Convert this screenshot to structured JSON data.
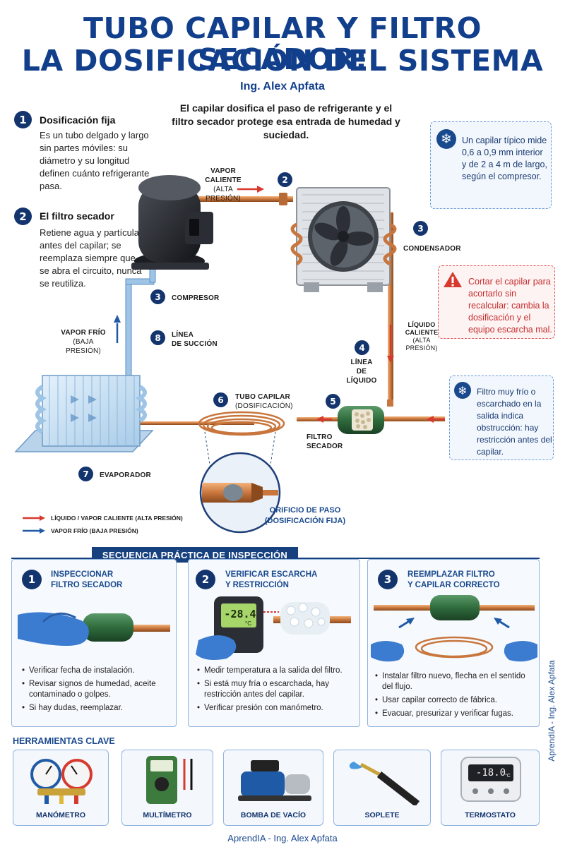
{
  "title_line1": "TUBO CAPILAR Y FILTRO SECADOR:",
  "title_line2": "LA DOSIFICACIÓN DEL SISTEMA",
  "author": "Ing. Alex Apfata",
  "intro": "El capilar dosifica el paso de refrigerante y el filtro secador protege esa entrada de humedad y suciedad.",
  "sections": [
    {
      "num": "1",
      "heading": "Dosificación fija",
      "text": "Es un tubo delgado y largo sin partes móviles: su diámetro y su longitud definen cuánto refrigerante pasa."
    },
    {
      "num": "2",
      "heading": "El filtro secador",
      "text": "Retiene agua y partículas antes del capilar; se reemplaza siempre que se abra el circuito, nunca se reutiliza."
    }
  ],
  "notes": {
    "capilar_tipico": "Un capilar típico mide 0,6 a 0,9 mm interior y de 2 a 4 m de largo, según el compresor.",
    "cortar_capilar": "Cortar el capilar para acortarlo sin recalcular: cambia la dosificación y el equipo escarcha mal.",
    "filtro_frio": "Filtro muy frío o escarchado en la salida indica obstrucción: hay restricción antes del capilar."
  },
  "diagram": {
    "vapor_caliente": [
      "VAPOR CALIENTE",
      "(ALTA PRESIÓN)"
    ],
    "vapor_frio": [
      "VAPOR FRÍO",
      "(BAJA PRESIÓN)"
    ],
    "liquido_caliente": [
      "LÍQUIDO",
      "CALIENTE",
      "(ALTA PRESIÓN)"
    ],
    "components": [
      {
        "num": "2",
        "label": []
      },
      {
        "num": "3",
        "label": [
          "CONDENSADOR"
        ]
      },
      {
        "num": "3",
        "label": [
          "COMPRESOR"
        ]
      },
      {
        "num": "8",
        "label": [
          "LÍNEA",
          "DE SUCCIÓN"
        ]
      },
      {
        "num": "4",
        "label": [
          "LÍNEA",
          "DE LÍQUIDO"
        ]
      },
      {
        "num": "6",
        "label": [
          "TUBO CAPILAR",
          "(DOSIFICACIÓN)"
        ]
      },
      {
        "num": "5",
        "label": [
          "FILTRO",
          "SECADOR"
        ]
      },
      {
        "num": "7",
        "label": [
          "EVAPORADOR"
        ]
      }
    ],
    "orificio": [
      "ORIFICIO DE PASO",
      "(DOSIFICACIÓN FIJA)"
    ],
    "legend": [
      {
        "label": "LÍQUIDO / VAPOR CALIENTE (ALTA PRESIÓN)",
        "color": "#d63a2f"
      },
      {
        "label": "VAPOR FRÍO (BAJA PRESIÓN)",
        "color": "#1f5aa6"
      }
    ],
    "thermometer_reading": "-28.4",
    "thermometer_unit": "°C",
    "thermostat_reading": "-18.0",
    "thermostat_unit": "°C"
  },
  "sequence": {
    "banner": "SECUENCIA PRÁCTICA DE INSPECCIÓN",
    "steps": [
      {
        "num": "1",
        "heading": [
          "INSPECCIONAR",
          "FILTRO SECADOR"
        ],
        "bullets": [
          "Verificar fecha de instalación.",
          "Revisar signos de humedad, aceite contaminado o golpes.",
          "Si hay dudas, reemplazar."
        ]
      },
      {
        "num": "2",
        "heading": [
          "VERIFICAR ESCARCHA",
          "Y RESTRICCIÓN"
        ],
        "bullets": [
          "Medir temperatura a la salida del filtro.",
          "Si está muy fría o escarchada, hay restricción antes del capilar.",
          "Verificar presión con manómetro."
        ]
      },
      {
        "num": "3",
        "heading": [
          "REEMPLAZAR FILTRO",
          "Y CAPILAR CORRECTO"
        ],
        "bullets": [
          "Instalar filtro nuevo, flecha en el sentido del flujo.",
          "Usar capilar correcto de fábrica.",
          "Evacuar, presurizar y verificar fugas."
        ]
      }
    ]
  },
  "tools": {
    "heading": "HERRAMIENTAS CLAVE",
    "items": [
      "MANÓMETRO",
      "MULTÍMETRO",
      "BOMBA DE VACÍO",
      "SOPLETE",
      "TERMOSTATO"
    ]
  },
  "side_credit": "AprendIA - Ing. Alex Apfata",
  "footer": "AprendIA - Ing. Alex Apfata",
  "colors": {
    "title": "#123f8c",
    "badge": "#14346e",
    "hot": "#d63a2f",
    "cold": "#1f5aa6",
    "copper": "#c8763d"
  }
}
